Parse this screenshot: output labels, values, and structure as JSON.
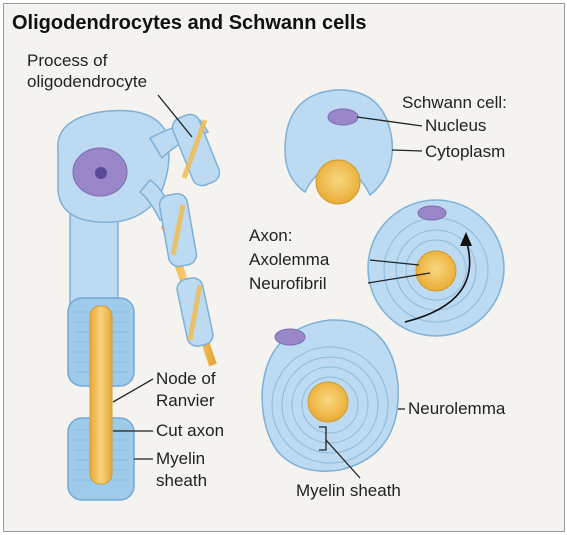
{
  "title": "Oligodendrocytes and Schwann cells",
  "labels": {
    "process_of_oligodendrocyte": [
      "Process of",
      "oligodendrocyte"
    ],
    "schwann_cell": "Schwann cell:",
    "nucleus": "Nucleus",
    "cytoplasm": "Cytoplasm",
    "axon": "Axon:",
    "axolemma": "Axolemma",
    "neurofibril": "Neurofibril",
    "node_of_ranvier": [
      "Node of",
      "Ranvier"
    ],
    "cut_axon": "Cut axon",
    "myelin_sheath_left": [
      "Myelin",
      "sheath"
    ],
    "neurolemma": "Neurolemma",
    "myelin_sheath_bottom": "Myelin sheath"
  },
  "colors": {
    "cytoplasm": "#bcdaf1",
    "cell_outline": "#7fb0d6",
    "axon": "#f3c25a",
    "nucleus": "#9a87c9",
    "background": "#f4f3ef"
  }
}
